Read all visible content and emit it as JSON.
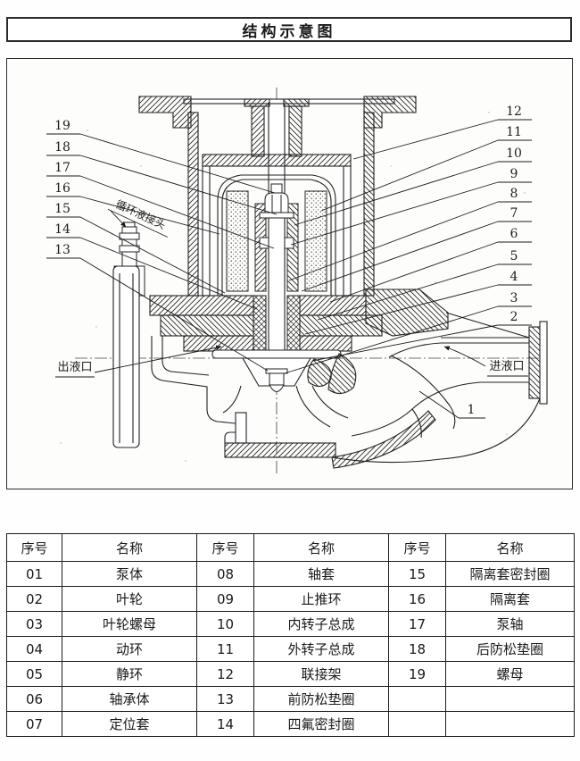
{
  "page": {
    "title": "结构示意图"
  },
  "diagram": {
    "left_callouts": [
      "19",
      "18",
      "17",
      "16",
      "15",
      "14",
      "13"
    ],
    "right_callouts": [
      "12",
      "11",
      "10",
      "9",
      "8",
      "7",
      "6",
      "5",
      "4",
      "3",
      "2"
    ],
    "body_callout": "1",
    "labels": {
      "circulation": "循环液接头",
      "outlet": "出液口",
      "inlet": "进液口"
    }
  },
  "table": {
    "headers": [
      "序号",
      "名称",
      "序号",
      "名称",
      "序号",
      "名称"
    ],
    "rows": [
      [
        "01",
        "泵体",
        "08",
        "轴套",
        "15",
        "隔离套密封圈"
      ],
      [
        "02",
        "叶轮",
        "09",
        "止推环",
        "16",
        "隔离套"
      ],
      [
        "03",
        "叶轮螺母",
        "10",
        "内转子总成",
        "17",
        "泵轴"
      ],
      [
        "04",
        "动环",
        "11",
        "外转子总成",
        "18",
        "后防松垫圈"
      ],
      [
        "05",
        "静环",
        "12",
        "联接架",
        "19",
        "螺母"
      ],
      [
        "06",
        "轴承体",
        "13",
        "前防松垫圈",
        "",
        ""
      ],
      [
        "07",
        "定位套",
        "14",
        "四氟密封圈",
        "",
        ""
      ]
    ]
  }
}
